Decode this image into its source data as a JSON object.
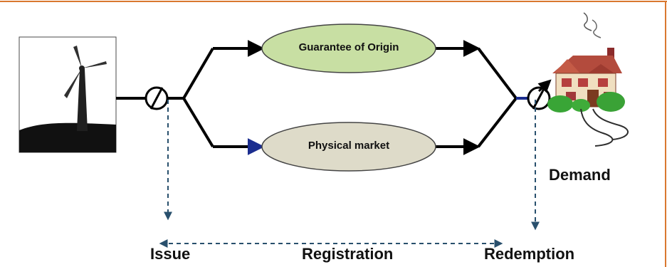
{
  "nodes": {
    "guarantee_label": "Guarantee of Origin",
    "physical_label": "Physical market",
    "guarantee_fill": "#c8dfa3",
    "physical_fill": "#dedbc9"
  },
  "labels": {
    "demand": "Demand",
    "issue": "Issue",
    "registration": "Registration",
    "redemption": "Redemption"
  },
  "icons": {
    "source": "wind-turbine-icon",
    "sink": "house-icon",
    "meter": "meter-symbol-icon"
  },
  "colors": {
    "frame": "#d9782f",
    "dashed_arrow": "#29506d",
    "main_line": "#000000",
    "accent_arrow": "#1b2d8f"
  }
}
